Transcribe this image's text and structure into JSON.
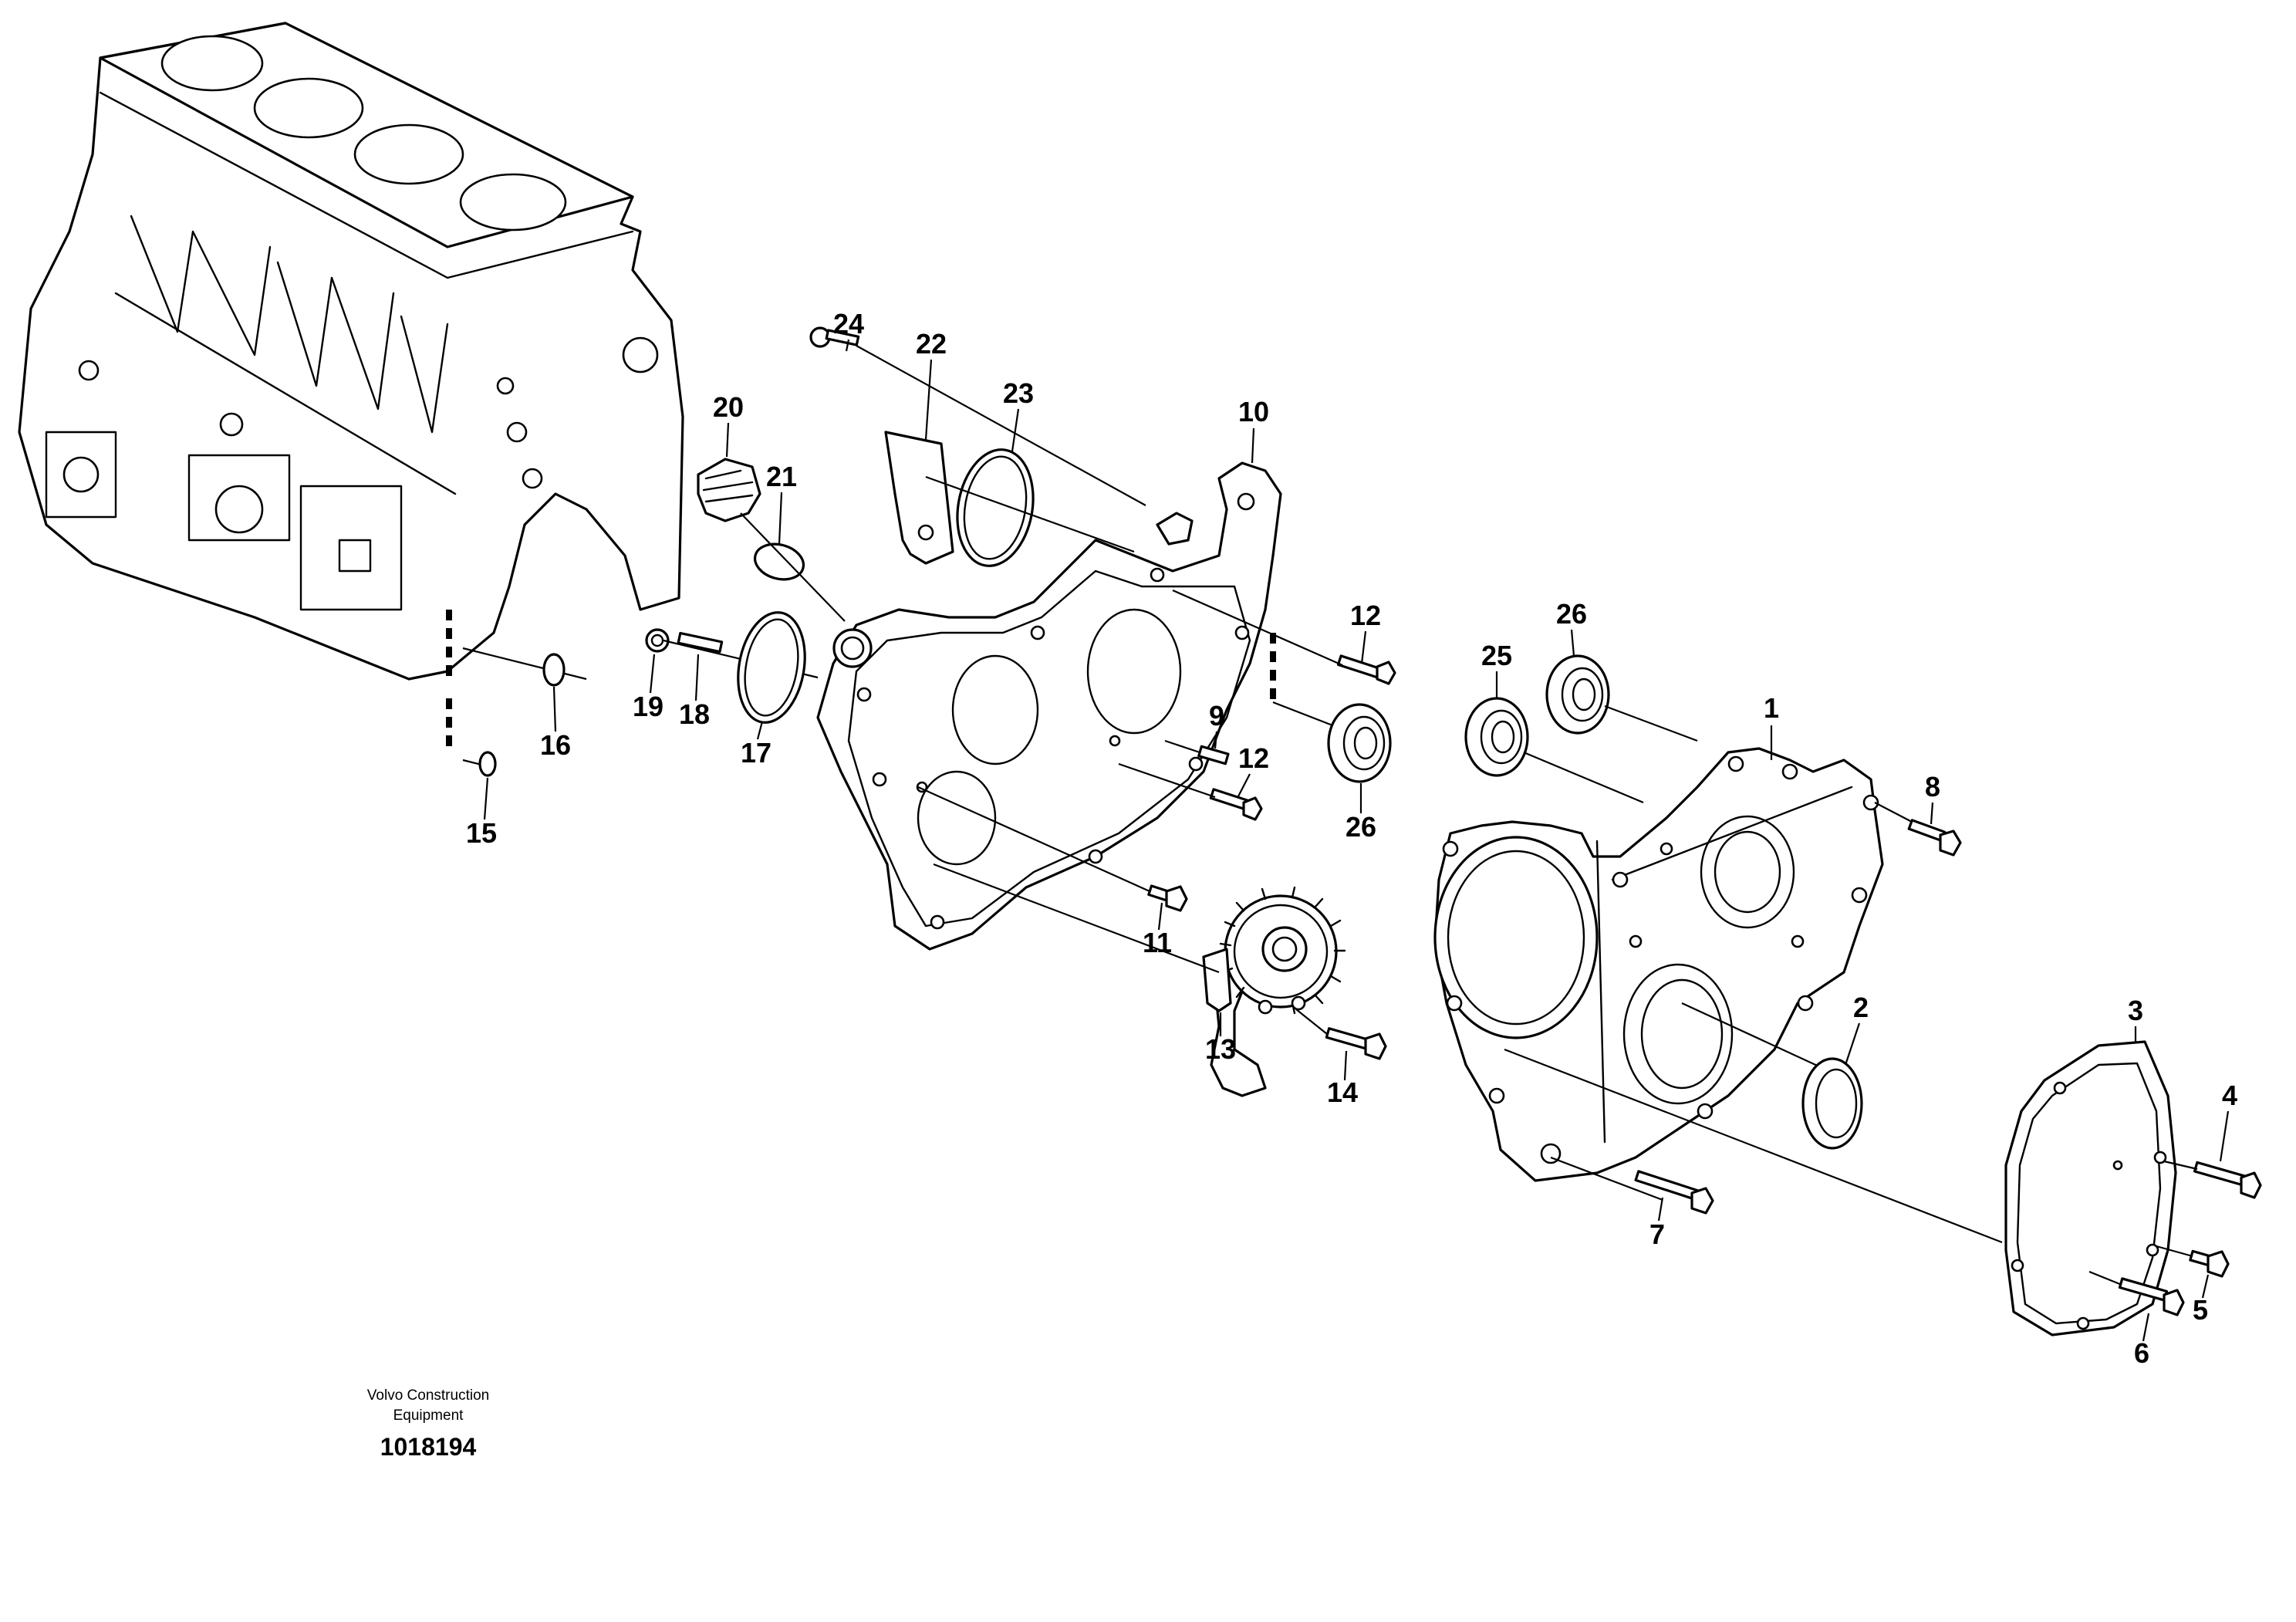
{
  "callouts": {
    "c1": "1",
    "c2": "2",
    "c3": "3",
    "c4": "4",
    "c5": "5",
    "c6": "6",
    "c7": "7",
    "c8": "8",
    "c9": "9",
    "c10": "10",
    "c11": "11",
    "c12a": "12",
    "c12b": "12",
    "c13": "13",
    "c14": "14",
    "c15": "15",
    "c16": "16",
    "c17": "17",
    "c18": "18",
    "c19": "19",
    "c20": "20",
    "c21": "21",
    "c22": "22",
    "c23": "23",
    "c24": "24",
    "c25": "25",
    "c26a": "26",
    "c26b": "26"
  },
  "footer": {
    "brand_line1": "Volvo Construction",
    "brand_line2": "Equipment",
    "doc_number": "1018194"
  }
}
